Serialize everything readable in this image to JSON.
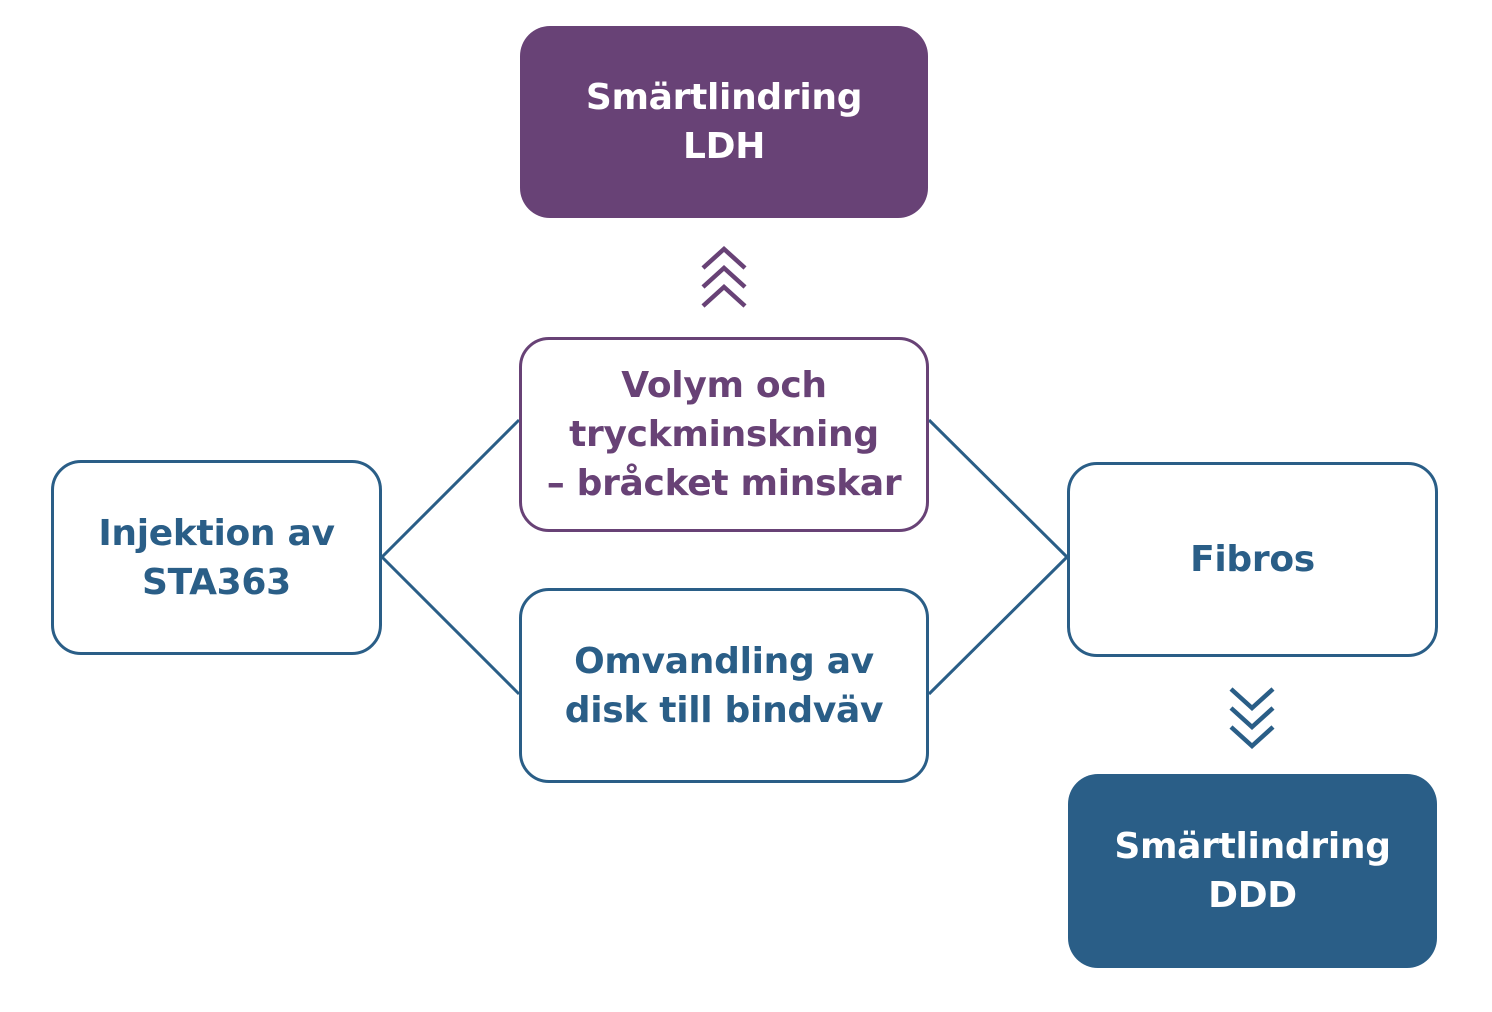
{
  "colors": {
    "purple": "#684276",
    "blue": "#2a5e87",
    "white": "#ffffff"
  },
  "nodes": {
    "ldh": {
      "lines": [
        "Smärtlindring",
        "LDH"
      ]
    },
    "volym": {
      "lines": [
        "Volym och",
        "tryckminskning",
        "– bråcket minskar"
      ]
    },
    "omvandling": {
      "lines": [
        "Omvandling av",
        "disk till bindväv"
      ]
    },
    "injektion": {
      "lines": [
        "Injektion av",
        "STA363"
      ]
    },
    "fibros": {
      "lines": [
        "Fibros"
      ]
    },
    "ddd": {
      "lines": [
        "Smärtlindring",
        "DDD"
      ]
    }
  },
  "icons": {
    "up": "triple-chevron-up-icon",
    "down": "triple-chevron-down-icon"
  }
}
